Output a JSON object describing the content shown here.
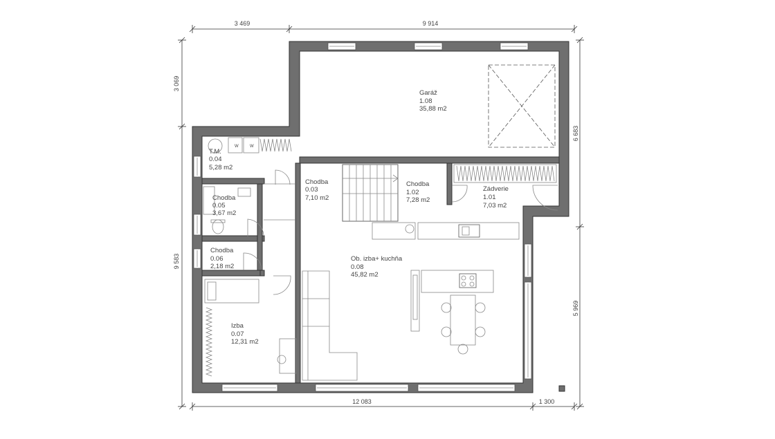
{
  "dimensions": {
    "top_left": "3 469",
    "top_right": "9 914",
    "left_upper": "3 069",
    "left_lower": "9 583",
    "right_upper": "6 683",
    "right_lower": "5 969",
    "bottom_left": "12 083",
    "bottom_right": "1 300"
  },
  "rooms": [
    {
      "name": "Garáž",
      "code": "1.08",
      "area": "35,88 m2"
    },
    {
      "name": "T.M.",
      "code": "0.04",
      "area": "5,28 m2"
    },
    {
      "name": "Chodba",
      "code": "0.03",
      "area": "7,10 m2"
    },
    {
      "name": "Chodba",
      "code": "1.02",
      "area": "7,28 m2"
    },
    {
      "name": "Zádverie",
      "code": "1.01",
      "area": "7,03 m2"
    },
    {
      "name": "Chodba",
      "code": "0.05",
      "area": "3,67 m2"
    },
    {
      "name": "Chodba",
      "code": "0.06",
      "area": "2,18 m2"
    },
    {
      "name": "Ob. izba+ kuchňa",
      "code": "0.08",
      "area": "45,82 m2"
    },
    {
      "name": "Izba",
      "code": "0.07",
      "area": "12,31 m2"
    }
  ]
}
